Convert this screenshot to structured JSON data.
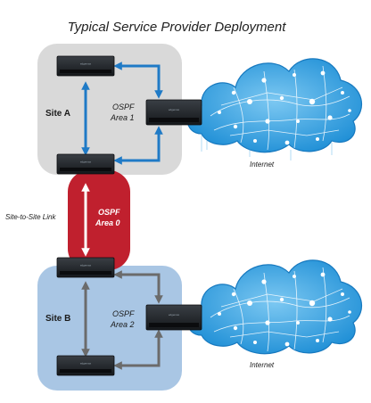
{
  "title": "Typical Service Provider Deployment",
  "site_a": {
    "label": "Site A",
    "ospf": "OSPF",
    "area": "Area 1"
  },
  "site_b": {
    "label": "Site B",
    "ospf": "OSPF",
    "area": "Area 2"
  },
  "link": {
    "ospf": "OSPF",
    "area": "Area 0",
    "side_label": "Site-to-Site Link"
  },
  "internet_top": "Internet",
  "internet_bottom": "Internet",
  "device_brand": "edgemax",
  "colors": {
    "site_a_bg": "#d9d9d9",
    "site_b_bg": "#a9c6e4",
    "link_bg": "#c0202e",
    "blue_arrow": "#1f7ac6",
    "gray_arrow": "#6b6b6b",
    "white_arrow": "#ffffff",
    "cloud": "#2a9be0"
  }
}
